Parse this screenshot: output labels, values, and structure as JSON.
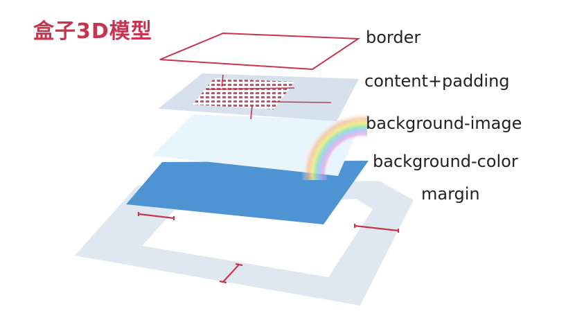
{
  "title": "盒子3D模型",
  "layers": [
    {
      "id": "border",
      "label": "border"
    },
    {
      "id": "content-padding",
      "label": "content+padding"
    },
    {
      "id": "background-image",
      "label": "background-image"
    },
    {
      "id": "background-color",
      "label": "background-color"
    },
    {
      "id": "margin",
      "label": "margin"
    }
  ],
  "colors": {
    "title": "#c8334e",
    "accent": "#c8334e",
    "margin_fill": "#dfe7f1",
    "padding_fill": "#d7e1ed",
    "bg_image_fill": "#e8f5fd",
    "bg_color_fill": "#4e94d3",
    "label_text": "#222222"
  }
}
